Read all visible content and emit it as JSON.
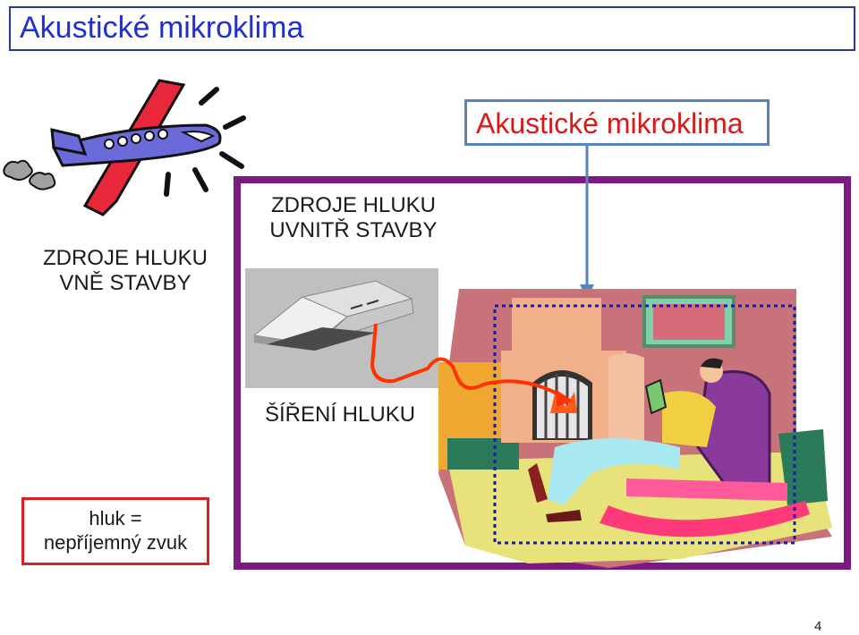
{
  "slide": {
    "title": "Akustické mikroklima",
    "callout": "Akustické mikroklima",
    "outside_sources": [
      "ZDROJE HLUKU",
      "VNĚ STAVBY"
    ],
    "inside_sources": [
      "ZDROJE HLUKU",
      "UVNITŘ STAVBY"
    ],
    "noise_spread": "ŠÍŘENÍ HLUKU",
    "definition": [
      "hluk =",
      "nepříjemný zvuk"
    ],
    "page_number": "4"
  },
  "colors": {
    "title_text": "#1f2fd0",
    "title_border": "#2b3a8c",
    "callout_text": "#d61a1a",
    "callout_border": "#5a83b7",
    "building_frame": "#7a1a82",
    "definition_border": "#e02020",
    "noise_path": "#ff3300",
    "room_outline": "#1a1aa8"
  },
  "icons": [
    "airplane-icon",
    "range-hood-icon",
    "reading-man-rocking-chair-illustration"
  ]
}
